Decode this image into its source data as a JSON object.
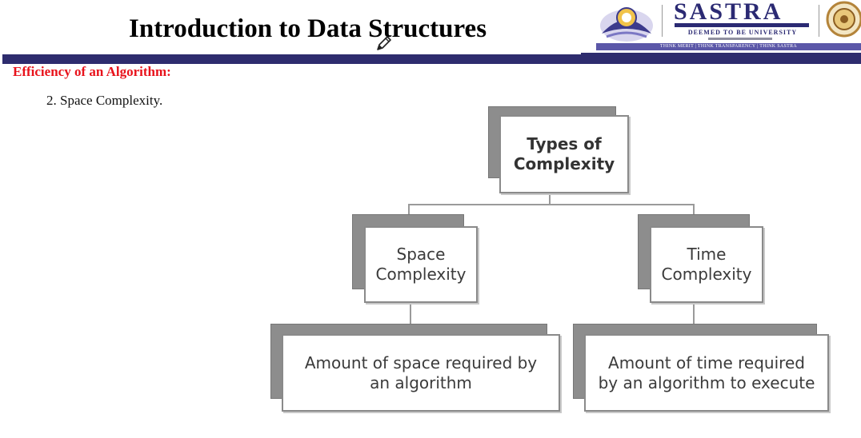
{
  "header": {
    "title": "Introduction to Data Structures"
  },
  "logo": {
    "wordmark": "SASTRA",
    "deemed": "DEEMED TO BE UNIVERSITY",
    "motto": "THINK MERIT | THINK TRANSPARENCY | THINK SASTRA"
  },
  "content": {
    "heading": "Efficiency of an Algorithm:",
    "point": "2. Space Complexity."
  },
  "diagram": {
    "root": {
      "line1": "Types of",
      "line2": "Complexity"
    },
    "left": {
      "line1": "Space",
      "line2": "Complexity"
    },
    "right": {
      "line1": "Time",
      "line2": "Complexity"
    },
    "left_leaf": {
      "line1": "Amount of space required by",
      "line2": "an algorithm"
    },
    "right_leaf": {
      "line1": "Amount of time required",
      "line2": "by an algorithm to execute"
    }
  },
  "colors": {
    "title_bar": "#2e2c6e",
    "heading": "#e8121b",
    "brand": "#2b2a73"
  }
}
